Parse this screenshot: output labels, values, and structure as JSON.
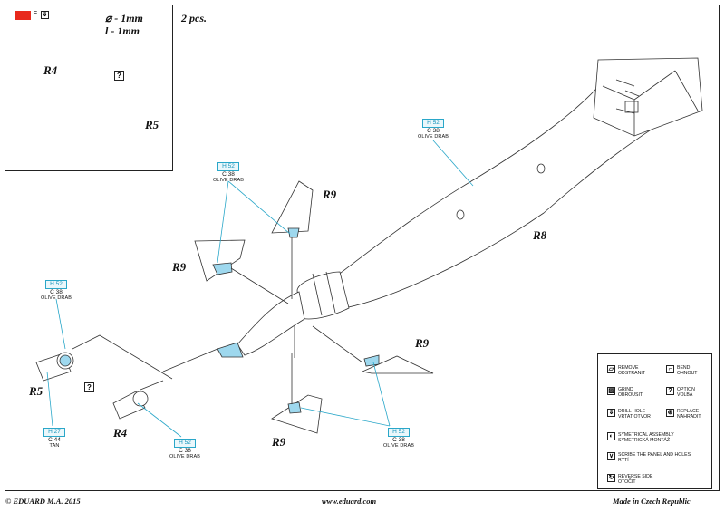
{
  "header": {
    "size_diameter": "⌀ - 1mm",
    "size_length": "l - 1mm",
    "quantity": "2 pcs."
  },
  "parts": {
    "r4_inset": "R4",
    "r5_inset": "R5",
    "r8": "R8",
    "r9_top": "R9",
    "r9_left": "R9",
    "r9_right": "R9",
    "r9_bottom": "R9",
    "r5_main": "R5",
    "r4_main": "R4"
  },
  "callouts": {
    "body": {
      "h": "H 52",
      "c": "C 38",
      "name": "OLIVE DRAB"
    },
    "fin_top": {
      "h": "H 52",
      "c": "C 38",
      "name": "OLIVE DRAB"
    },
    "left_part": {
      "h": "H 52",
      "c": "C 38",
      "name": "OLIVE DRAB"
    },
    "tan_part": {
      "h": "H 27",
      "c": "C 44",
      "name": "TAN"
    },
    "nozzle": {
      "h": "H 52",
      "c": "C 38",
      "name": "OLIVE DRAB"
    },
    "fin_bottom": {
      "h": "H 52",
      "c": "C 38",
      "name": "OLIVE DRAB"
    }
  },
  "question_mark": "?",
  "legend": {
    "remove": [
      "REMOVE",
      "ODSTRANIT"
    ],
    "bend": [
      "BEND",
      "OHNOUT"
    ],
    "grind": [
      "GRIND",
      "OBROUSIT"
    ],
    "option": [
      "OPTION",
      "VOLBA"
    ],
    "drill": [
      "DRILL HOLE",
      "VRTAT OTVOR"
    ],
    "replace": [
      "REPLACE",
      "NAHRADIT"
    ],
    "symmetrical": [
      "SYMETRICAL ASSEMBLY",
      "SYMETRICKÁ MONTÁŽ"
    ],
    "scribe": [
      "SCRIBE THE PANEL AND HOLES",
      "RYTÍ"
    ],
    "reverse": [
      "REVERSE SIDE",
      "OTOČIT"
    ]
  },
  "footer": {
    "copyright": "© EDUARD  M.A. 2015",
    "website": "www.eduard.com",
    "origin": "Made in Czech Republic"
  },
  "colors": {
    "accent_red": "#e8291c",
    "callout_blue": "#2aa7c9",
    "part_blue": "#9ed8ee"
  }
}
